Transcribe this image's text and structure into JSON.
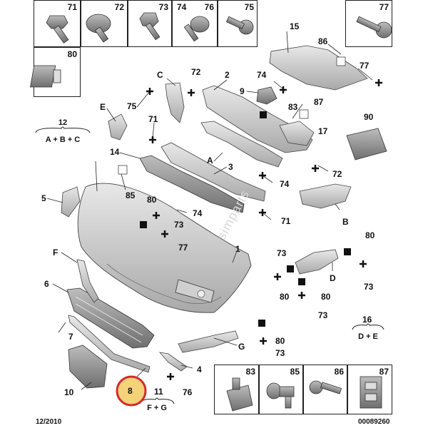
{
  "top_cells": [
    "71",
    "72",
    "73",
    "74",
    "76",
    "75"
  ],
  "corner_cell_right": "77",
  "cell_left": "80",
  "bottom_cells": [
    "83",
    "85",
    "86",
    "87"
  ],
  "callouts": {
    "n15": "15",
    "n86": "86",
    "n77": "77",
    "n72": "72",
    "nC": "C",
    "n2": "2",
    "n74a": "74",
    "n9": "9",
    "n87": "87",
    "n83": "83",
    "n90": "90",
    "n17": "17",
    "n75": "75",
    "nE": "E",
    "n71": "71",
    "n14": "14",
    "nA": "A",
    "n3": "3",
    "n72b": "72",
    "n74b": "74",
    "n85": "85",
    "n5": "5",
    "n80a": "80",
    "n73a": "73",
    "n74c": "74",
    "n71b": "71",
    "nB": "B",
    "n77b": "77",
    "nF": "F",
    "n1": "1",
    "n73b": "73",
    "n80b": "80",
    "nD": "D",
    "n80c": "80",
    "n73c": "73",
    "n6": "6",
    "n73d": "73",
    "n80d": "80",
    "n16": "16",
    "n7": "7",
    "nG": "G",
    "n73e": "73",
    "n4": "4",
    "n10": "10",
    "n8": "8",
    "n76": "76",
    "n11": "11",
    "n80e": "80"
  },
  "groups": {
    "g12_num": "12",
    "g12_parts": "A + B + C",
    "g16_num": "16",
    "g16_parts": "D + E",
    "g11_parts": "F + G"
  },
  "date_code": "12/2010",
  "ref_code": "00089260",
  "watermark": "simparts",
  "colors": {
    "highlight": "#d42b2b",
    "fill": "#f3d27a",
    "line": "#222222"
  }
}
